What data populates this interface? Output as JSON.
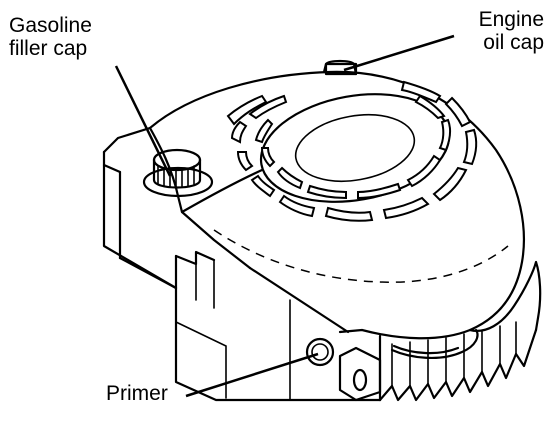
{
  "labels": {
    "gasoline_filler_cap": {
      "line1": "Gasoline",
      "line2": "filler cap"
    },
    "engine_oil_cap": {
      "line1": "Engine",
      "line2": "oil cap"
    },
    "primer": "Primer"
  }
}
